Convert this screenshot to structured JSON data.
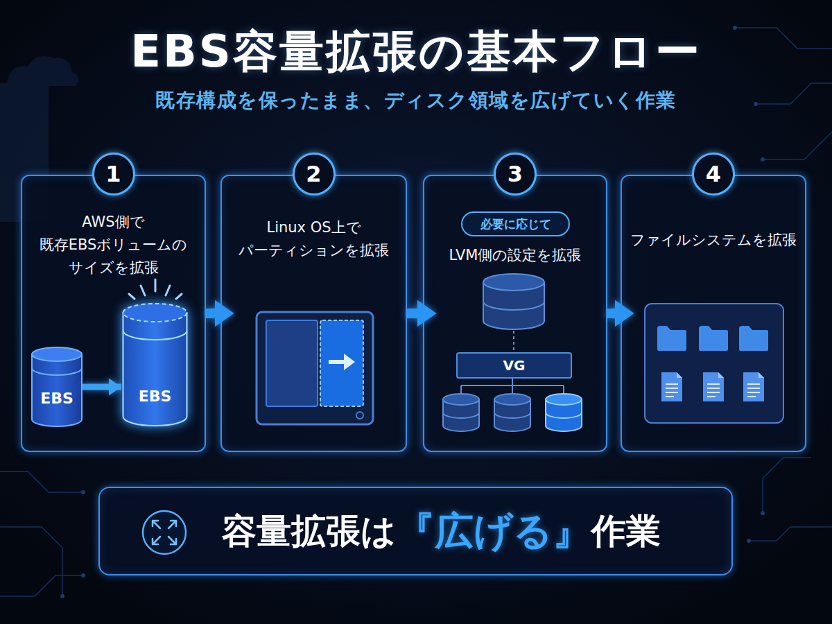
{
  "diagram": {
    "title": "EBS容量拡張の基本フロー",
    "nodes": [
      {
        "text": [
          "1",
          "AWS側で 既存EBSボリュームの サイズを拡張"
        ]
      },
      {
        "text": [
          "EBS"
        ],
        "in": 0
      },
      {
        "text": [
          "EBS"
        ],
        "in": 0
      },
      {
        "text": [
          "2",
          "Linux OS上で パーティションを拡張"
        ]
      },
      {
        "text": [
          "3",
          "LVM側の設定を拡張"
        ]
      },
      {
        "text": [
          "必要に応じて"
        ],
        "in": 4
      },
      {
        "text": [
          "VG"
        ],
        "in": 4
      },
      {
        "text": [
          "4",
          "ファイルシステムを拡張"
        ]
      },
      {
        "text": [
          "容量拡張は",
          "『広げる』",
          "作業"
        ]
      }
    ],
    "edges": [
      {
        "from": 1,
        "to": 2,
        "arrow": "to"
      },
      {
        "from": 0,
        "to": 3,
        "arrow": "to"
      },
      {
        "from": 3,
        "to": 4,
        "arrow": "to"
      },
      {
        "from": 4,
        "to": 7,
        "arrow": "to"
      }
    ],
    "labels": [
      "既存構成を保ったまま、ディスク領域を広げていく作業"
    ]
  }
}
